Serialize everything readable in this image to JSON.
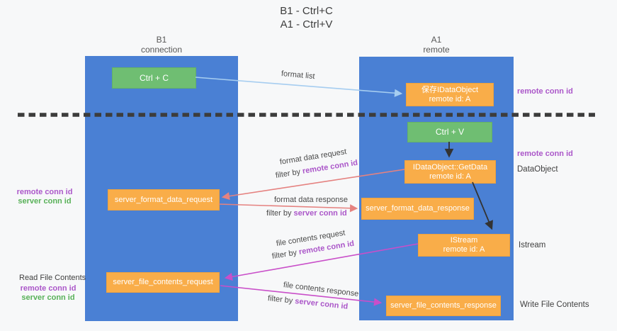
{
  "title": {
    "line1": "B1 - Ctrl+C",
    "line2": "A1 - Ctrl+V"
  },
  "lanes": {
    "left": {
      "name": "B1",
      "subtitle": "connection"
    },
    "right": {
      "name": "A1",
      "subtitle": "remote"
    }
  },
  "boxes": {
    "ctrl_c": {
      "label": "Ctrl + C"
    },
    "save_idataobject": {
      "line1": "保存IDataObject",
      "line2": "remote id: A"
    },
    "ctrl_v": {
      "label": "Ctrl + V"
    },
    "getdata": {
      "line1": "IDataObject::GetData",
      "line2": "remote id: A"
    },
    "format_request": {
      "label": "server_format_data_request"
    },
    "format_response": {
      "label": "server_format_data_response"
    },
    "istream": {
      "line1": "IStream",
      "line2": "remote id: A"
    },
    "file_request": {
      "label": "server_file_contents_request"
    },
    "file_response": {
      "label": "server_file_contents_response"
    }
  },
  "right_labels": {
    "remote_conn_id_top": "remote conn id",
    "remote_conn_id_mid": "remote conn id",
    "dataobject": "DataObject",
    "istream": "Istream",
    "write_file_contents": "Write File Contents"
  },
  "left_labels": {
    "remote_conn_id_top": "remote conn id",
    "server_conn_id_top": "server conn id",
    "read_file_contents": "Read File Contents",
    "remote_conn_id_bottom": "remote conn id",
    "server_conn_id_bottom": "server conn id"
  },
  "arrow_labels": {
    "format_list": "format list",
    "format_data_request": "format data request",
    "format_data_response": "format data response",
    "file_contents_request": "file contents request",
    "file_contents_response": "file contents response",
    "filter_by": "filter by",
    "remote_conn_id": "remote conn id",
    "server_conn_id": "server conn id"
  },
  "colors": {
    "lane_blue": "#4a80d4",
    "box_green": "#6fbe72",
    "box_orange": "#f9ad49",
    "purple_label": "#ab57c9",
    "green_label": "#58b158",
    "arrow_blue": "#a6cdf0",
    "arrow_salmon": "#e58280",
    "arrow_magenta": "#c94fc9",
    "arrow_black": "#333333",
    "dashed_divider": "#3c3c3c"
  }
}
